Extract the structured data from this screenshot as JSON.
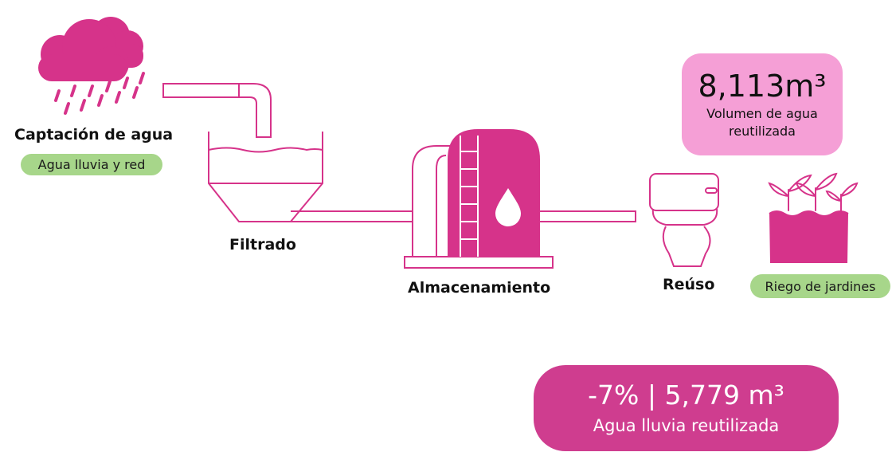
{
  "colors": {
    "accent": "#d6338a",
    "pink_light": "#f59fd6",
    "green": "#a7d68a",
    "stat_bg": "#cf3d8f"
  },
  "steps": {
    "capture": {
      "title": "Captación de agua",
      "badge": "Agua lluvia y red",
      "icon": "rain-cloud-icon"
    },
    "filter": {
      "title": "Filtrado",
      "icon": "filter-tank-icon"
    },
    "storage": {
      "title": "Almacenamiento",
      "icon": "storage-tank-icon"
    },
    "reuse": {
      "title": "Reúso",
      "icon": "toilet-icon"
    },
    "garden": {
      "badge": "Riego de jardines",
      "icon": "plants-icon"
    }
  },
  "volume": {
    "value": "8,113m³",
    "caption_line1": "Volumen de agua",
    "caption_line2": "reutilizada"
  },
  "stat": {
    "headline": "-7% | 5,779 m³",
    "caption": "Agua lluvia reutilizada"
  }
}
